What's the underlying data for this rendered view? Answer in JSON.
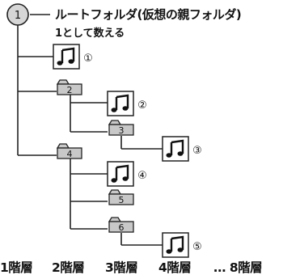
{
  "root": {
    "index_label": "1",
    "title": "ルートフォルダ(仮想の親フォルダ)",
    "note": "1として数える"
  },
  "folders": [
    {
      "label": "2"
    },
    {
      "label": "3"
    },
    {
      "label": "4"
    },
    {
      "label": "5"
    },
    {
      "label": "6"
    }
  ],
  "music_files": [
    {
      "label": "①"
    },
    {
      "label": "②"
    },
    {
      "label": "③"
    },
    {
      "label": "④"
    },
    {
      "label": "⑤"
    }
  ],
  "levels": [
    {
      "label": "1階層"
    },
    {
      "label": "2階層"
    },
    {
      "label": "3階層"
    },
    {
      "label": "4階層"
    },
    {
      "label": "… 8階層"
    }
  ],
  "colors": {
    "folder_fill": "#c8c8c8",
    "line": "#222222",
    "root_fill": "#d6d6d6"
  }
}
